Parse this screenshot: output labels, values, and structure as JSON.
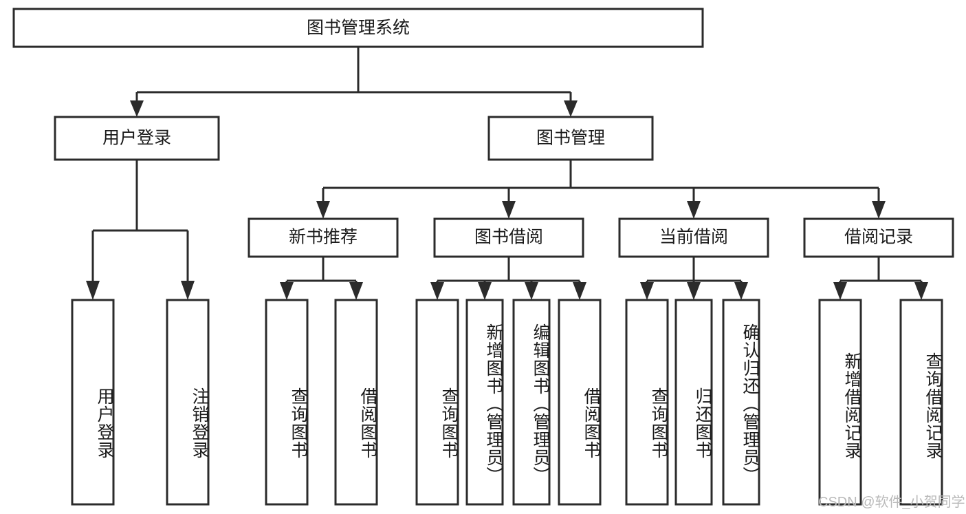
{
  "diagram": {
    "title": "图书管理系统",
    "watermark": "CSDN @软件_小贺同学",
    "colors": {
      "stroke": "#2b2b2b",
      "fill": "#ffffff",
      "text": "#1a1a1a",
      "watermark": "#b9b9b9"
    },
    "root": {
      "label": "图书管理系统"
    },
    "level1": [
      {
        "label": "用户登录"
      },
      {
        "label": "图书管理"
      }
    ],
    "level2": [
      {
        "label": "新书推荐"
      },
      {
        "label": "图书借阅"
      },
      {
        "label": "当前借阅"
      },
      {
        "label": "借阅记录"
      }
    ],
    "leaves": {
      "user_login": [
        {
          "label": "用户登录"
        },
        {
          "label": "注销登录"
        }
      ],
      "new_book_recommend": [
        {
          "label": "查询图书"
        },
        {
          "label": "借阅图书"
        }
      ],
      "book_borrow": [
        {
          "label": "查询图书"
        },
        {
          "label": "新增图书（管理员）"
        },
        {
          "label": "编辑图书（管理员）"
        },
        {
          "label": "借阅图书"
        }
      ],
      "current_borrow": [
        {
          "label": "查询图书"
        },
        {
          "label": "归还图书"
        },
        {
          "label": "确认归还（管理员）"
        }
      ],
      "borrow_record": [
        {
          "label": "新增借阅记录"
        },
        {
          "label": "查询借阅记录"
        }
      ]
    }
  }
}
